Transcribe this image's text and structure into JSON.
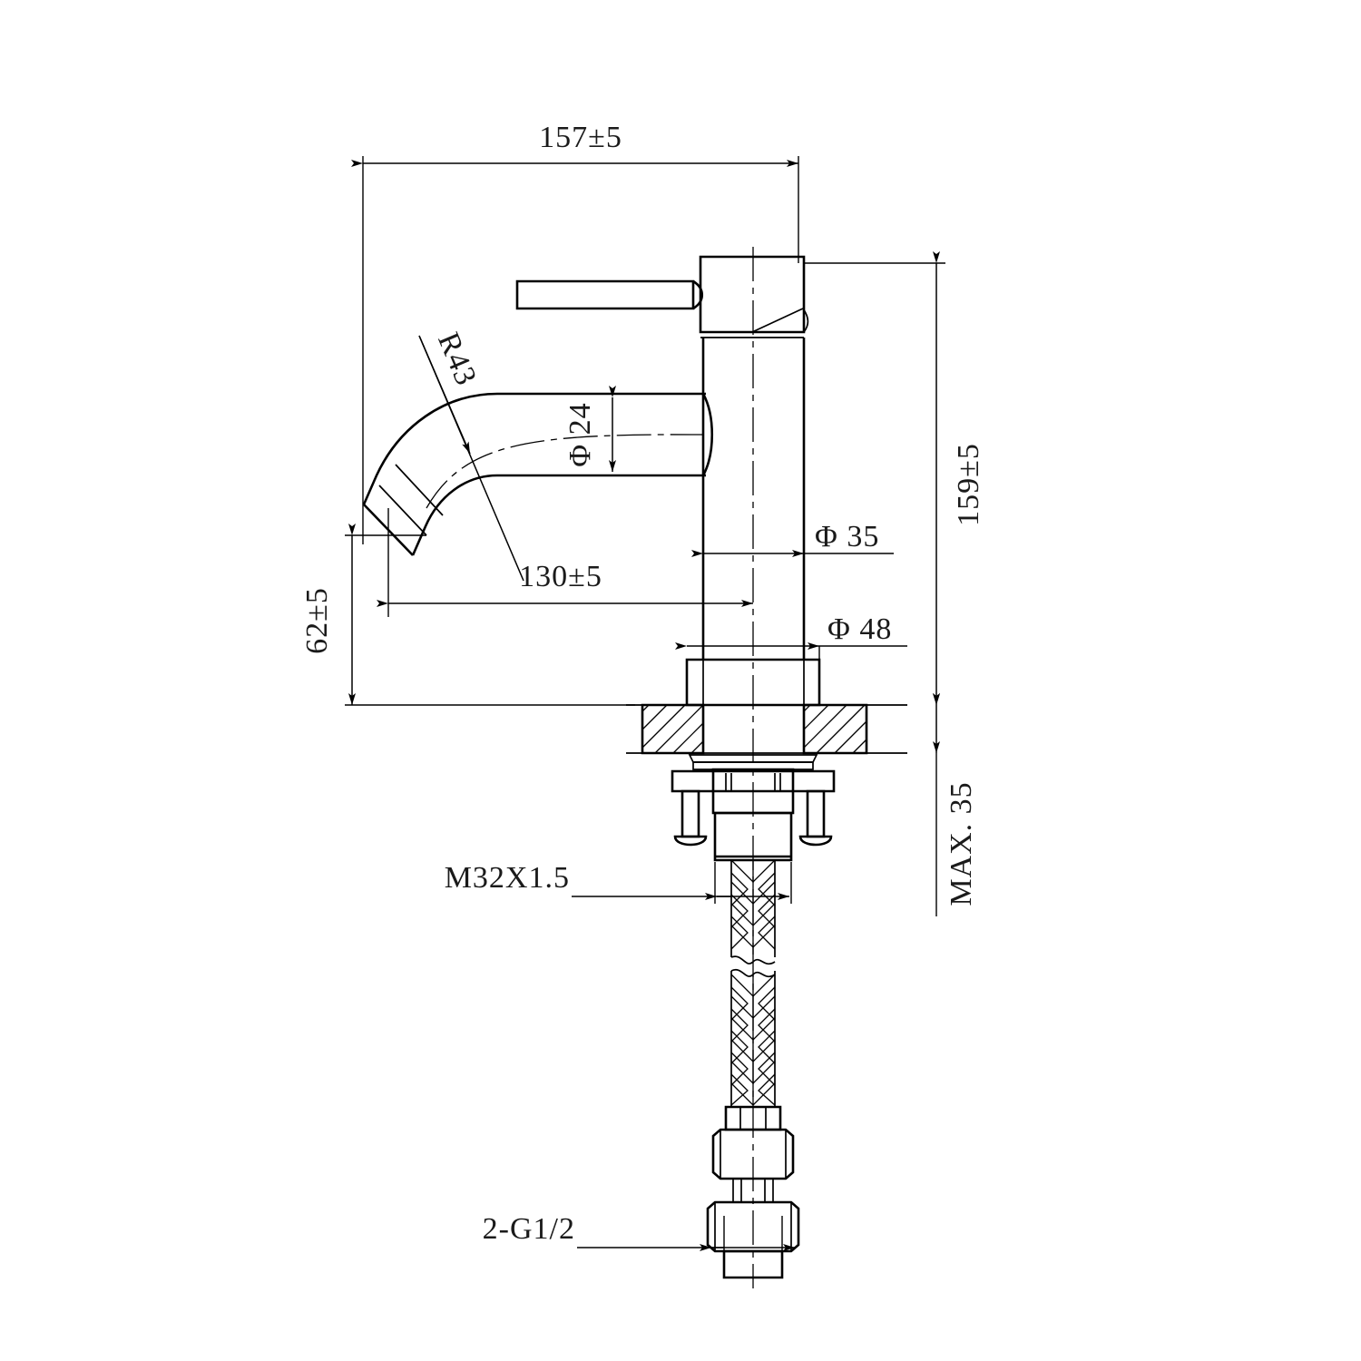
{
  "drawing": {
    "title": "Basin Mixer Tap Dimensional Drawing",
    "type": "technical-dimension-drawing",
    "units": "mm",
    "line_color": "#000000",
    "background_color": "#ffffff"
  },
  "dimensions": {
    "overall_width": "157±5",
    "overall_height": "159±5",
    "spout_height": "62±5",
    "spout_reach": "130±5",
    "spout_bore": "Φ 24",
    "body_diameter": "Φ 35",
    "base_diameter": "Φ 48",
    "spout_radius": "R43",
    "mounting_thread": "M32X1.5",
    "inlet_thread": "2-G1/2",
    "max_deck_thickness": "MAX. 35"
  },
  "labels": [
    {
      "id": "overall-width",
      "text": "157±5",
      "orientation": "horizontal"
    },
    {
      "id": "spout-radius",
      "text": "R43",
      "orientation": "rotated"
    },
    {
      "id": "spout-bore",
      "text": "Φ 24",
      "orientation": "vertical"
    },
    {
      "id": "overall-height",
      "text": "159±5",
      "orientation": "vertical"
    },
    {
      "id": "spout-reach",
      "text": "130±5",
      "orientation": "horizontal"
    },
    {
      "id": "spout-height",
      "text": "62±5",
      "orientation": "vertical"
    },
    {
      "id": "body-diameter",
      "text": "Φ 35",
      "orientation": "horizontal"
    },
    {
      "id": "base-diameter",
      "text": "Φ 48",
      "orientation": "horizontal"
    },
    {
      "id": "max-deck-thickness",
      "text": "MAX. 35",
      "orientation": "vertical"
    },
    {
      "id": "mounting-thread",
      "text": "M32X1.5",
      "orientation": "horizontal"
    },
    {
      "id": "inlet-thread",
      "text": "2-G1/2",
      "orientation": "horizontal"
    }
  ]
}
